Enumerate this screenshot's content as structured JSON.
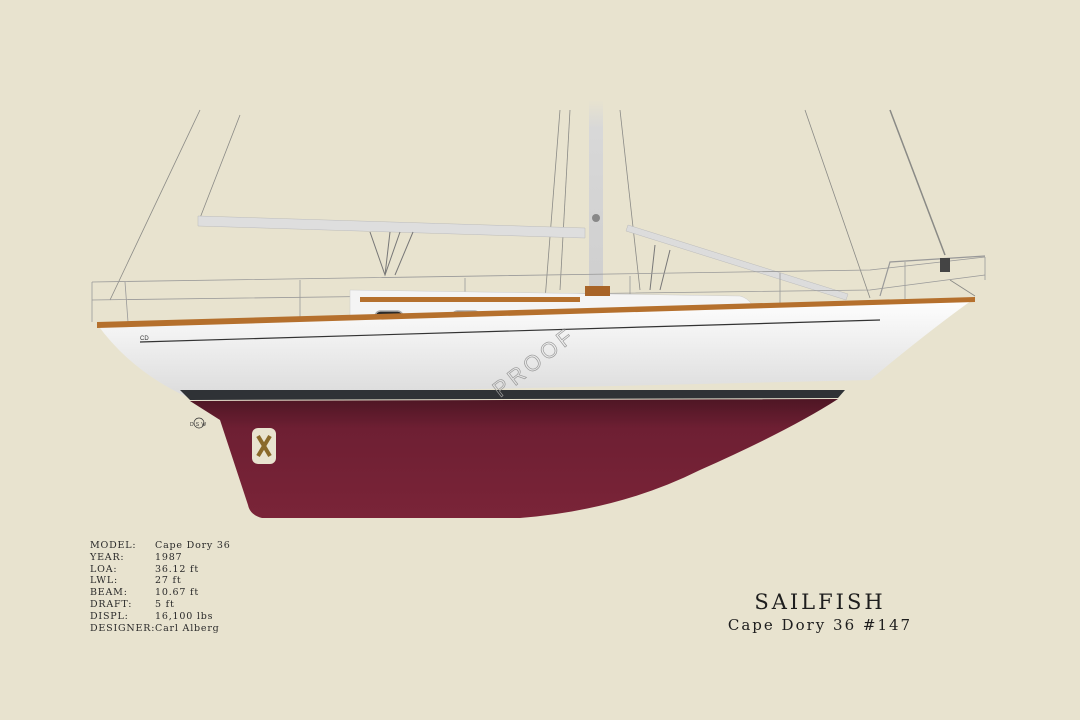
{
  "watermark": "PROOF",
  "hull_logo": "CD",
  "maker_mark": "DSW",
  "colors": {
    "background": "#e8e3cf",
    "hull": "#f2f2f2",
    "bottom": "#6e1f33",
    "boot_stripe": "#2f3236",
    "teak": "#b5702d"
  },
  "specs": [
    {
      "label": "MODEL:",
      "value": "Cape Dory 36"
    },
    {
      "label": "YEAR:",
      "value": "1987"
    },
    {
      "label": "LOA:",
      "value": "36.12 ft"
    },
    {
      "label": "LWL:",
      "value": "27 ft"
    },
    {
      "label": "BEAM:",
      "value": "10.67 ft"
    },
    {
      "label": "DRAFT:",
      "value": "5 ft"
    },
    {
      "label": "DISPL:",
      "value": "16,100 lbs"
    },
    {
      "label": "DESIGNER:",
      "value": "Carl Alberg"
    }
  ],
  "title": {
    "name": "SAILFISH",
    "subtitle": "Cape Dory 36 #147"
  }
}
